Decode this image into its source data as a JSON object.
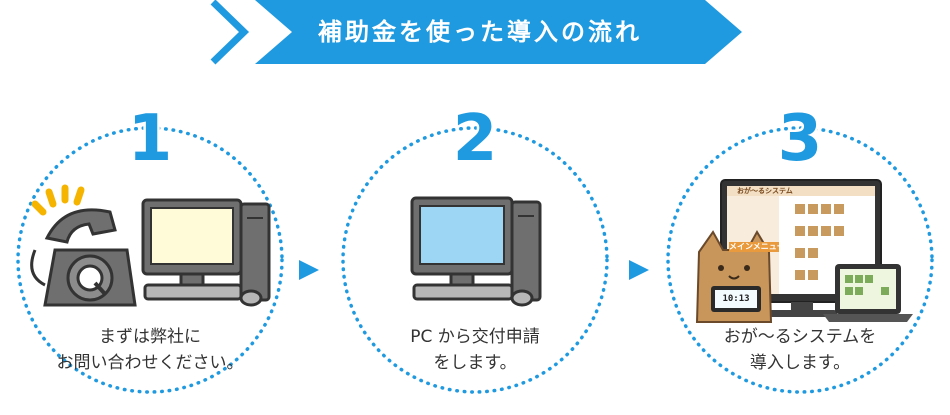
{
  "banner": {
    "title": "補助金を使った導入の流れ",
    "color": "#1f9ae0"
  },
  "accent_color": "#1f9ae0",
  "steps": [
    {
      "number": "1",
      "caption_line1": "まずは弊社に",
      "caption_line2": "お問い合わせください。",
      "icons": [
        "ringing-phone-icon",
        "desktop-computer-icon"
      ]
    },
    {
      "number": "2",
      "caption_line1": "PC から交付申請",
      "caption_line2": "をします。",
      "icons": [
        "desktop-computer-icon"
      ]
    },
    {
      "number": "3",
      "caption_line1": "おが～るシステムを",
      "caption_line2": "導入します。",
      "icons": [
        "cat-mascot-icon",
        "monitor-icon",
        "tablet-icon"
      ],
      "screen_title": "おが～るシステム",
      "screen_menu": "メインメニュー",
      "device_clock": "10:13"
    }
  ]
}
